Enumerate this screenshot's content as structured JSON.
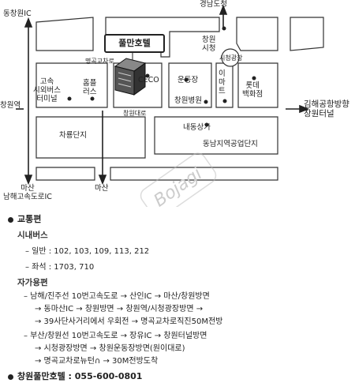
{
  "map": {
    "hotel": "풀만호텔",
    "places": {
      "dongchangwon_ic": "동창원IC",
      "gyeongnam_docheong": "경남도청",
      "changwon_sicheong": "창원\n시청",
      "sicheong_gwangjang": "시청광장",
      "myeonggok_gyocharo": "명곡교차로",
      "gosok_terminal": "고속\n시외버스\n터미널",
      "homeplus": "홈플\n러스",
      "ceco": "CECO",
      "undongjang": "운동장",
      "changwon_hospital": "창원병원",
      "emart": "이\n마\n트",
      "lotte": "롯데\n백화점",
      "changwon_station": "창원역",
      "changwon_daero": "창원대로",
      "gimhae_airport": "김해공항방향\n창원터널",
      "charyong_danji": "차룡단지",
      "naedong_sangga": "내동상가",
      "industrial_complex": "동남지역공업단지",
      "masan_left": "마산\n남해고속도로IC",
      "masan_mid": "마산"
    },
    "watermark": "Bojagi",
    "colors": {
      "road": "#ffffff",
      "block_stroke": "#333333",
      "ink": "#222222"
    }
  },
  "info": {
    "transport_title": "교통편",
    "city_bus_title": "시내버스",
    "general": "– 일반 : 102, 103, 109, 113, 212",
    "seated": "– 좌석 : 1703, 710",
    "car_title": "자가용편",
    "route1": [
      "– 남해/진주선 10번고속도로 → 산인IC → 마산/창원방면",
      "→ 동마산IC → 창원방면 → 창원역/시청광장방면 →",
      "→ 39사단사거리에서 우회전 → 명곡교차로직진50M전방"
    ],
    "route2": [
      "– 부산/창원선 10번고속도로 → 장유IC → 창원터널방면",
      "→ 시청광장방면 → 창원운동장방면(원이대로)",
      "→ 명곡교차로뉴턴∩ → 30M전방도착"
    ],
    "phone": "창원풀만호텔 : 055-600-0801"
  }
}
